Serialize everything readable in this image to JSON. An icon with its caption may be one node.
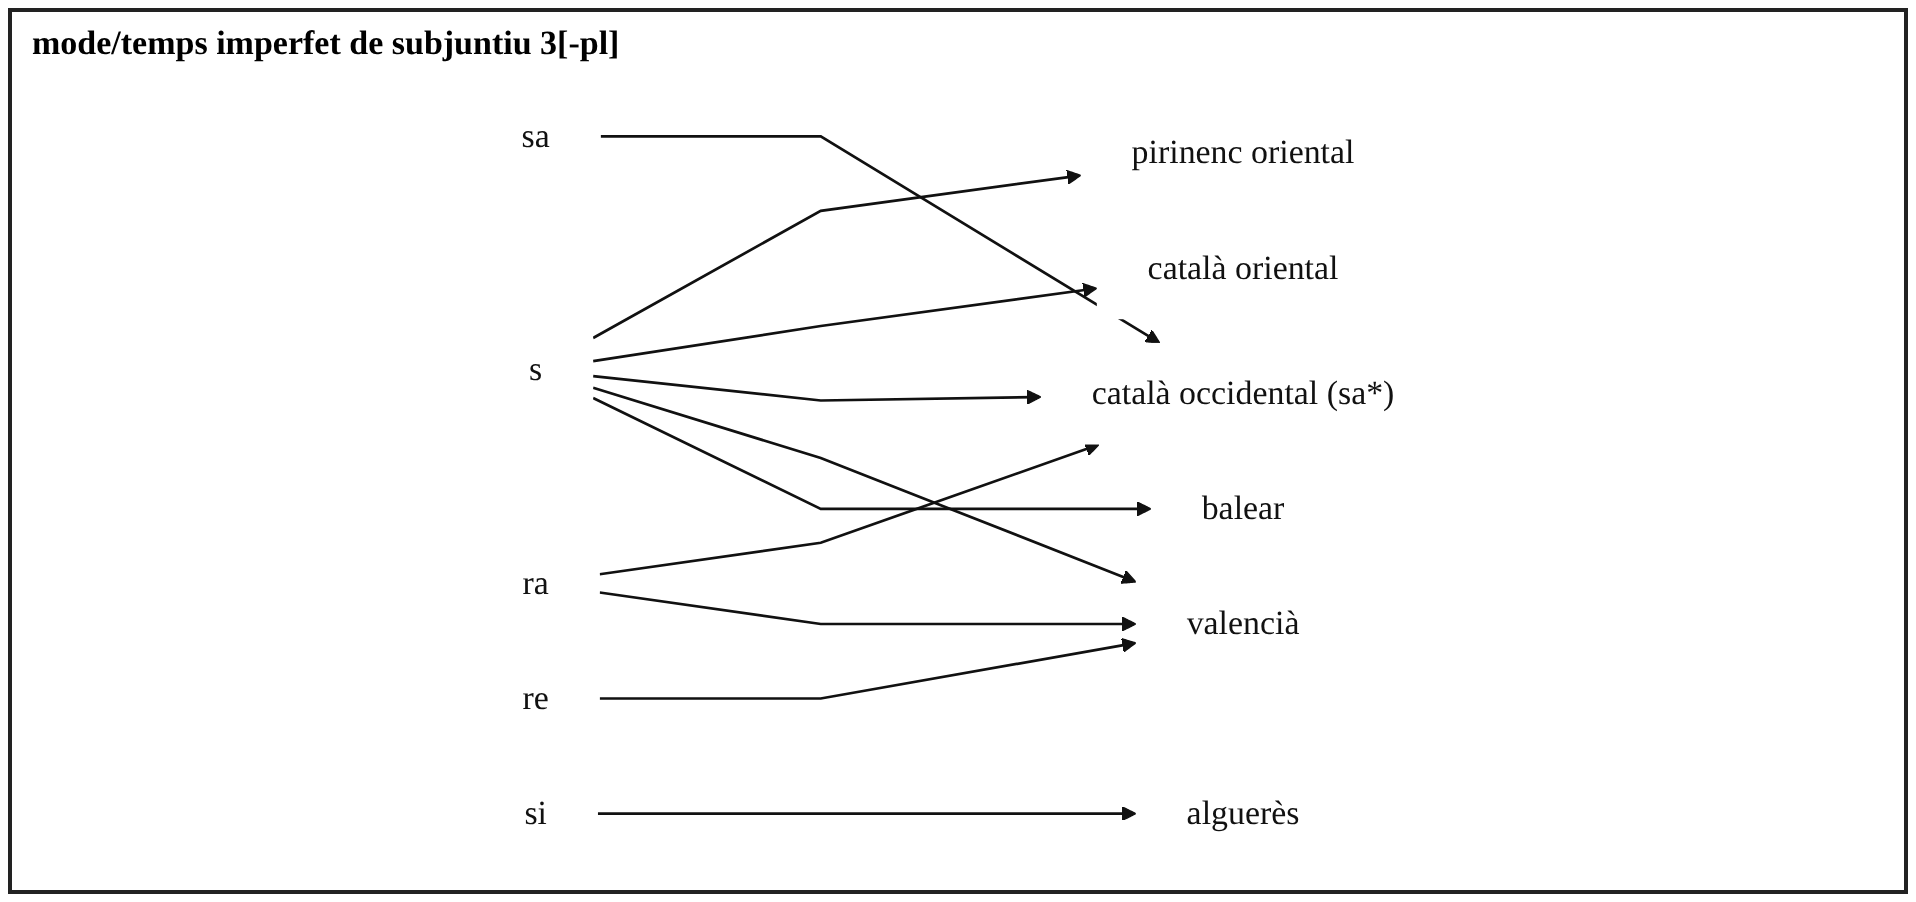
{
  "diagram": {
    "title": "mode/temps imperfet de subjuntiu 3[-pl]",
    "nodes": [
      {
        "text": [
          "s"
        ]
      },
      {
        "text": [
          "si"
        ]
      },
      {
        "text": [
          "re"
        ]
      },
      {
        "text": [
          "sa"
        ]
      },
      {
        "text": [
          "ra"
        ]
      },
      {
        "text": [
          "pirinenc oriental"
        ]
      },
      {
        "text": [
          "català oriental"
        ]
      },
      {
        "text": [
          "català occidental (sa*)"
        ]
      },
      {
        "text": [
          "valencià"
        ]
      },
      {
        "text": [
          "balear"
        ]
      },
      {
        "text": [
          "alguerès"
        ]
      }
    ],
    "edges": [
      {
        "from": 0,
        "to": 5,
        "arrow": "to"
      },
      {
        "from": 0,
        "to": 6,
        "arrow": "to"
      },
      {
        "from": 0,
        "to": 7,
        "arrow": "to"
      },
      {
        "from": 0,
        "to": 8,
        "arrow": "to"
      },
      {
        "from": 0,
        "to": 9,
        "arrow": "to"
      },
      {
        "from": 1,
        "to": 10,
        "arrow": "to"
      },
      {
        "from": 2,
        "to": 8,
        "arrow": "to"
      },
      {
        "from": 3,
        "to": 7,
        "arrow": "to"
      },
      {
        "from": 4,
        "to": 7,
        "arrow": "to"
      },
      {
        "from": 4,
        "to": 8,
        "arrow": "to"
      }
    ]
  }
}
